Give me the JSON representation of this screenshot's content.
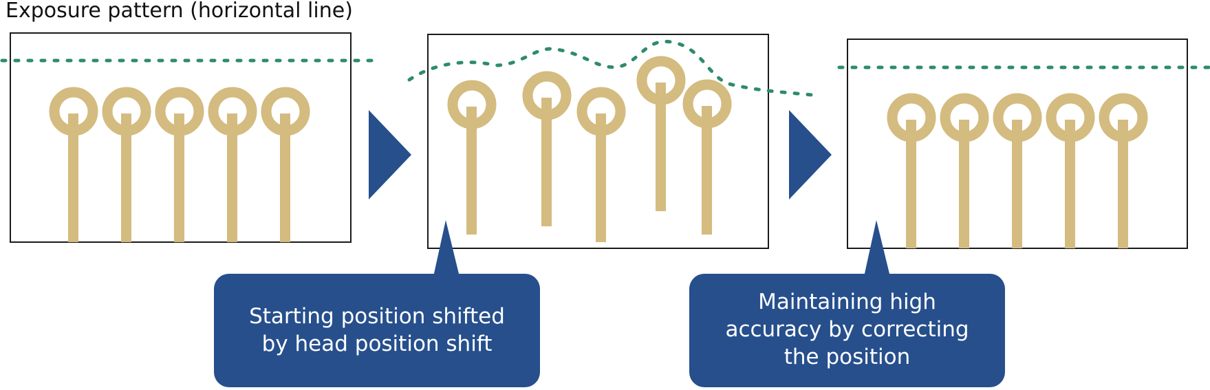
{
  "title": "Exposure pattern (horizontal line)",
  "colors": {
    "pad": "#D4BB7F",
    "panel_border": "#1a1a1a",
    "guide_dots": "#2E8B6E",
    "arrow": "#264F8C",
    "callout_bg": "#264F8C",
    "callout_text": "#FFFFFF"
  },
  "callouts": [
    {
      "lines": [
        "Starting position shifted",
        "by head position shift"
      ]
    },
    {
      "lines": [
        "Maintaining high",
        "accuracy by correcting",
        "the position"
      ]
    }
  ]
}
